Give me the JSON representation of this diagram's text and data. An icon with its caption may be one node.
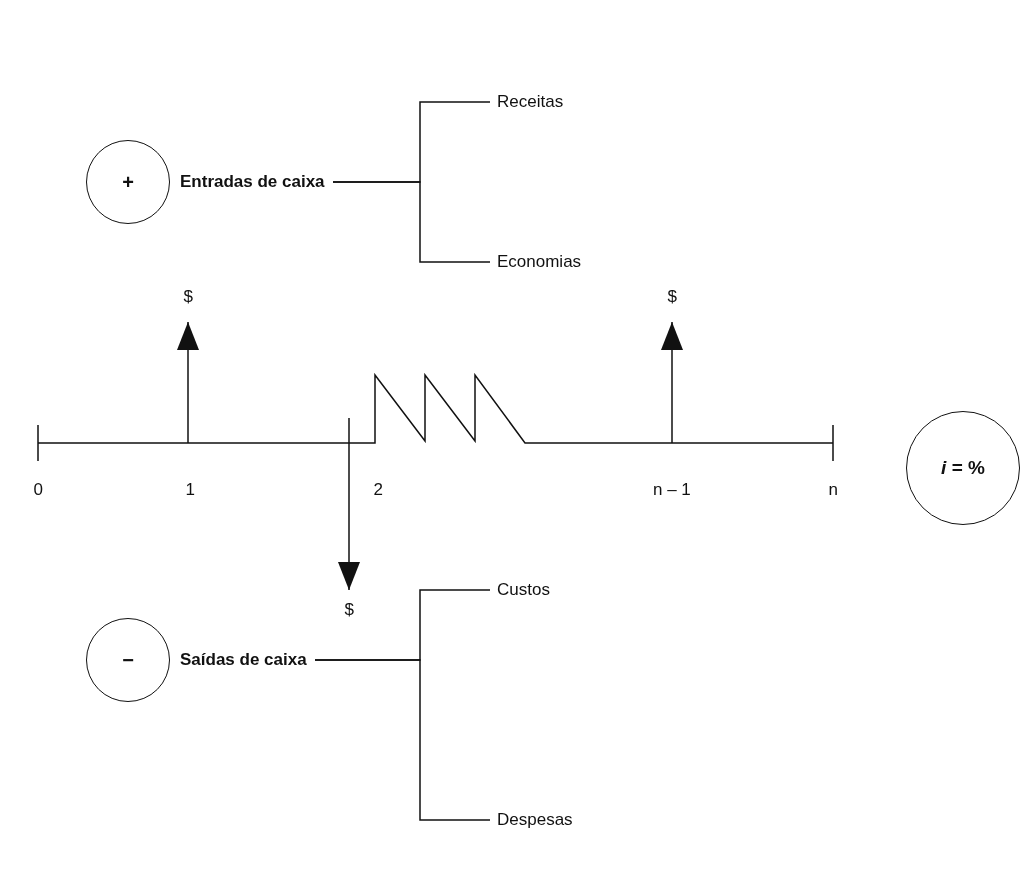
{
  "diagram": {
    "nodes": [
      {
        "text": [
          "+"
        ]
      },
      {
        "text": [
          "Entradas de caixa"
        ]
      },
      {
        "text": [
          "Receitas"
        ]
      },
      {
        "text": [
          "Economias"
        ]
      },
      {
        "text": [
          "−"
        ]
      },
      {
        "text": [
          "Saídas de caixa"
        ]
      },
      {
        "text": [
          "Custos"
        ]
      },
      {
        "text": [
          "Despesas"
        ]
      },
      {
        "text": [
          "*i* = %"
        ]
      }
    ],
    "edges": [
      {
        "from": 1,
        "to": 2,
        "arrow": "none"
      },
      {
        "from": 1,
        "to": 3,
        "arrow": "none"
      },
      {
        "from": 5,
        "to": 6,
        "arrow": "none"
      },
      {
        "from": 5,
        "to": 7,
        "arrow": "none"
      }
    ],
    "labels": [
      "$",
      "$",
      "0",
      "1",
      "2",
      "n – 1",
      "n",
      "$"
    ]
  }
}
